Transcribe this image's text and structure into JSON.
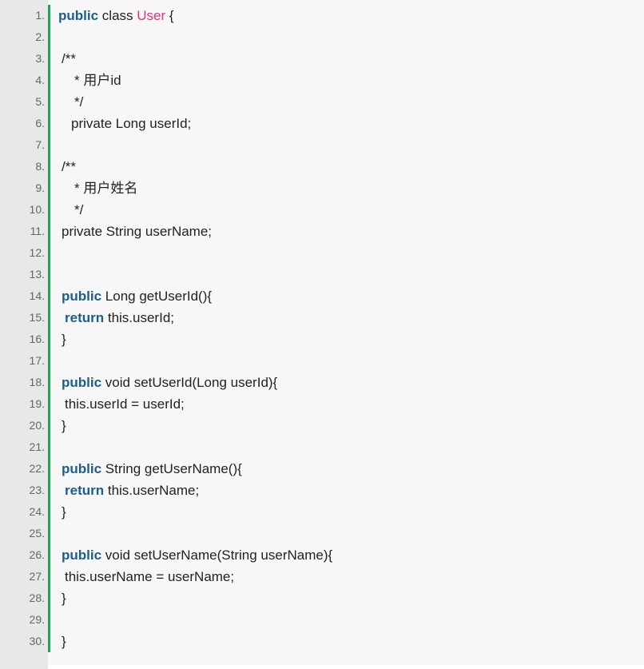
{
  "theme": {
    "accent_bar_color": "#2aa35a",
    "keyword_color": "#1c5d8c",
    "class_name_color": "#e0317a"
  },
  "code": {
    "language": "java",
    "lines": [
      {
        "n": "1.",
        "indent": 0,
        "tokens": [
          {
            "t": "public",
            "k": "kw"
          },
          {
            "t": " class ",
            "k": ""
          },
          {
            "t": "User",
            "k": "cls"
          },
          {
            "t": " {",
            "k": ""
          }
        ]
      },
      {
        "n": "2.",
        "indent": 0,
        "tokens": []
      },
      {
        "n": "3.",
        "indent": 1,
        "tokens": [
          {
            "t": "/**",
            "k": ""
          }
        ]
      },
      {
        "n": "4.",
        "indent": 5,
        "tokens": [
          {
            "t": "* 用户id",
            "k": ""
          }
        ]
      },
      {
        "n": "5.",
        "indent": 5,
        "tokens": [
          {
            "t": "*/",
            "k": ""
          }
        ]
      },
      {
        "n": "6.",
        "indent": 4,
        "tokens": [
          {
            "t": "private Long userId;",
            "k": ""
          }
        ]
      },
      {
        "n": "7.",
        "indent": 0,
        "tokens": []
      },
      {
        "n": "8.",
        "indent": 1,
        "tokens": [
          {
            "t": "/**",
            "k": ""
          }
        ]
      },
      {
        "n": "9.",
        "indent": 5,
        "tokens": [
          {
            "t": "* 用户姓名",
            "k": ""
          }
        ]
      },
      {
        "n": "10.",
        "indent": 5,
        "tokens": [
          {
            "t": "*/",
            "k": ""
          }
        ]
      },
      {
        "n": "11.",
        "indent": 1,
        "tokens": [
          {
            "t": "private String userName;",
            "k": ""
          }
        ]
      },
      {
        "n": "12.",
        "indent": 0,
        "tokens": []
      },
      {
        "n": "13.",
        "indent": 0,
        "tokens": []
      },
      {
        "n": "14.",
        "indent": 1,
        "tokens": [
          {
            "t": "public",
            "k": "kw"
          },
          {
            "t": " Long getUserId(){",
            "k": ""
          }
        ]
      },
      {
        "n": "15.",
        "indent": 2,
        "tokens": [
          {
            "t": "return",
            "k": "kw"
          },
          {
            "t": " this.userId;",
            "k": ""
          }
        ]
      },
      {
        "n": "16.",
        "indent": 1,
        "tokens": [
          {
            "t": "}",
            "k": ""
          }
        ]
      },
      {
        "n": "17.",
        "indent": 0,
        "tokens": []
      },
      {
        "n": "18.",
        "indent": 1,
        "tokens": [
          {
            "t": "public",
            "k": "kw"
          },
          {
            "t": " void setUserId(Long userId){",
            "k": ""
          }
        ]
      },
      {
        "n": "19.",
        "indent": 2,
        "tokens": [
          {
            "t": "this.userId = userId;",
            "k": ""
          }
        ]
      },
      {
        "n": "20.",
        "indent": 1,
        "tokens": [
          {
            "t": "}",
            "k": ""
          }
        ]
      },
      {
        "n": "21.",
        "indent": 0,
        "tokens": []
      },
      {
        "n": "22.",
        "indent": 1,
        "tokens": [
          {
            "t": "public",
            "k": "kw"
          },
          {
            "t": " String getUserName(){",
            "k": ""
          }
        ]
      },
      {
        "n": "23.",
        "indent": 2,
        "tokens": [
          {
            "t": "return",
            "k": "kw"
          },
          {
            "t": " this.userName;",
            "k": ""
          }
        ]
      },
      {
        "n": "24.",
        "indent": 1,
        "tokens": [
          {
            "t": "}",
            "k": ""
          }
        ]
      },
      {
        "n": "25.",
        "indent": 0,
        "tokens": []
      },
      {
        "n": "26.",
        "indent": 1,
        "tokens": [
          {
            "t": "public",
            "k": "kw"
          },
          {
            "t": " void setUserName(String userName){",
            "k": ""
          }
        ]
      },
      {
        "n": "27.",
        "indent": 2,
        "tokens": [
          {
            "t": "this.userName = userName;",
            "k": ""
          }
        ]
      },
      {
        "n": "28.",
        "indent": 1,
        "tokens": [
          {
            "t": "}",
            "k": ""
          }
        ]
      },
      {
        "n": "29.",
        "indent": 0,
        "tokens": []
      },
      {
        "n": "30.",
        "indent": 1,
        "tokens": [
          {
            "t": "}",
            "k": ""
          }
        ]
      }
    ]
  }
}
